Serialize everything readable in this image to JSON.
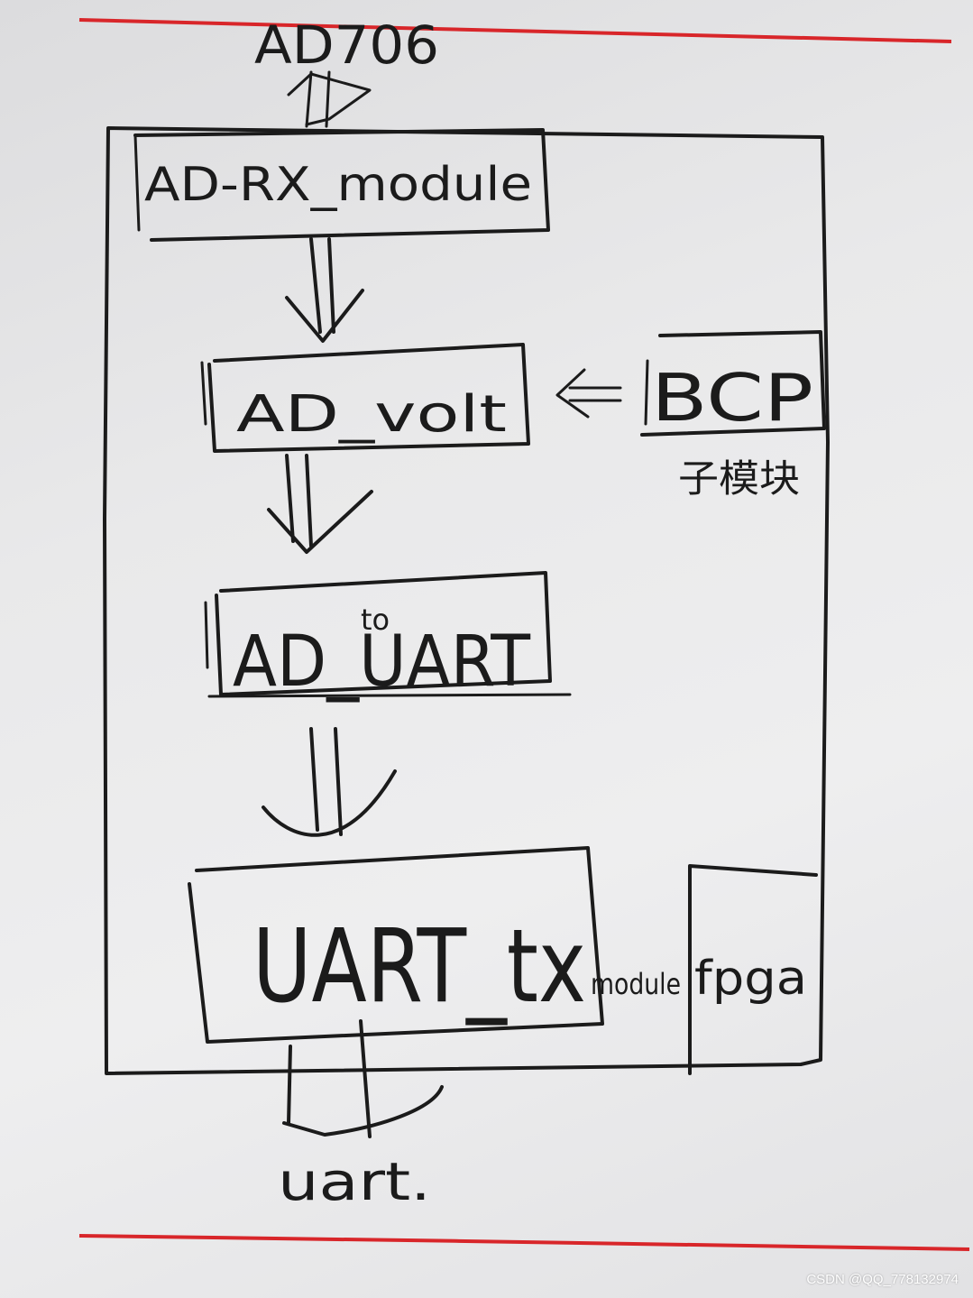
{
  "diagram": {
    "input_label": "AD706",
    "blocks": {
      "ad_rx_module": "AD-RX_module",
      "ad_volt": "AD_volt",
      "ad_to_uart_main": "AD_UART",
      "ad_to_uart_superscript": "to",
      "uart_tx_main": "UART_tx",
      "uart_tx_suffix": "module",
      "bcp": "BCP",
      "bcp_note": "子模块",
      "fpga": "fpga"
    },
    "output_label": "uart."
  },
  "watermark": "CSDN @QQ_778132974"
}
